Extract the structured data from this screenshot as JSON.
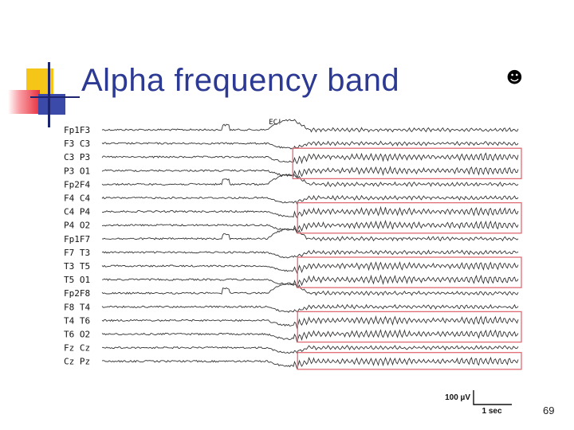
{
  "slide": {
    "title": "Alpha frequency band",
    "smiley": "☻",
    "page_number": "69"
  },
  "eeg": {
    "channels": [
      "Fp1F3",
      "F3 C3",
      "C3 P3",
      "P3 O1",
      "Fp2F4",
      "F4 C4",
      "C4 P4",
      "P4 O2",
      "Fp1F7",
      "F7 T3",
      "T3 T5",
      "T5 O1",
      "Fp2F8",
      "F8 T4",
      "T4 T6",
      "T6 O2",
      "Fz Cz",
      "Cz Pz"
    ],
    "event_marker": "EC!",
    "eyes_closed_fraction": 0.42,
    "highlighted_channels": [
      [
        2,
        3
      ],
      [
        6,
        7
      ],
      [
        10,
        11
      ],
      [
        14,
        15
      ],
      [
        17,
        17
      ]
    ],
    "scale_amplitude": "100 µV",
    "scale_time": "1 sec",
    "colors": {
      "trace": "#333333",
      "highlight": "#e06a74",
      "title": "#2d3a94"
    }
  }
}
